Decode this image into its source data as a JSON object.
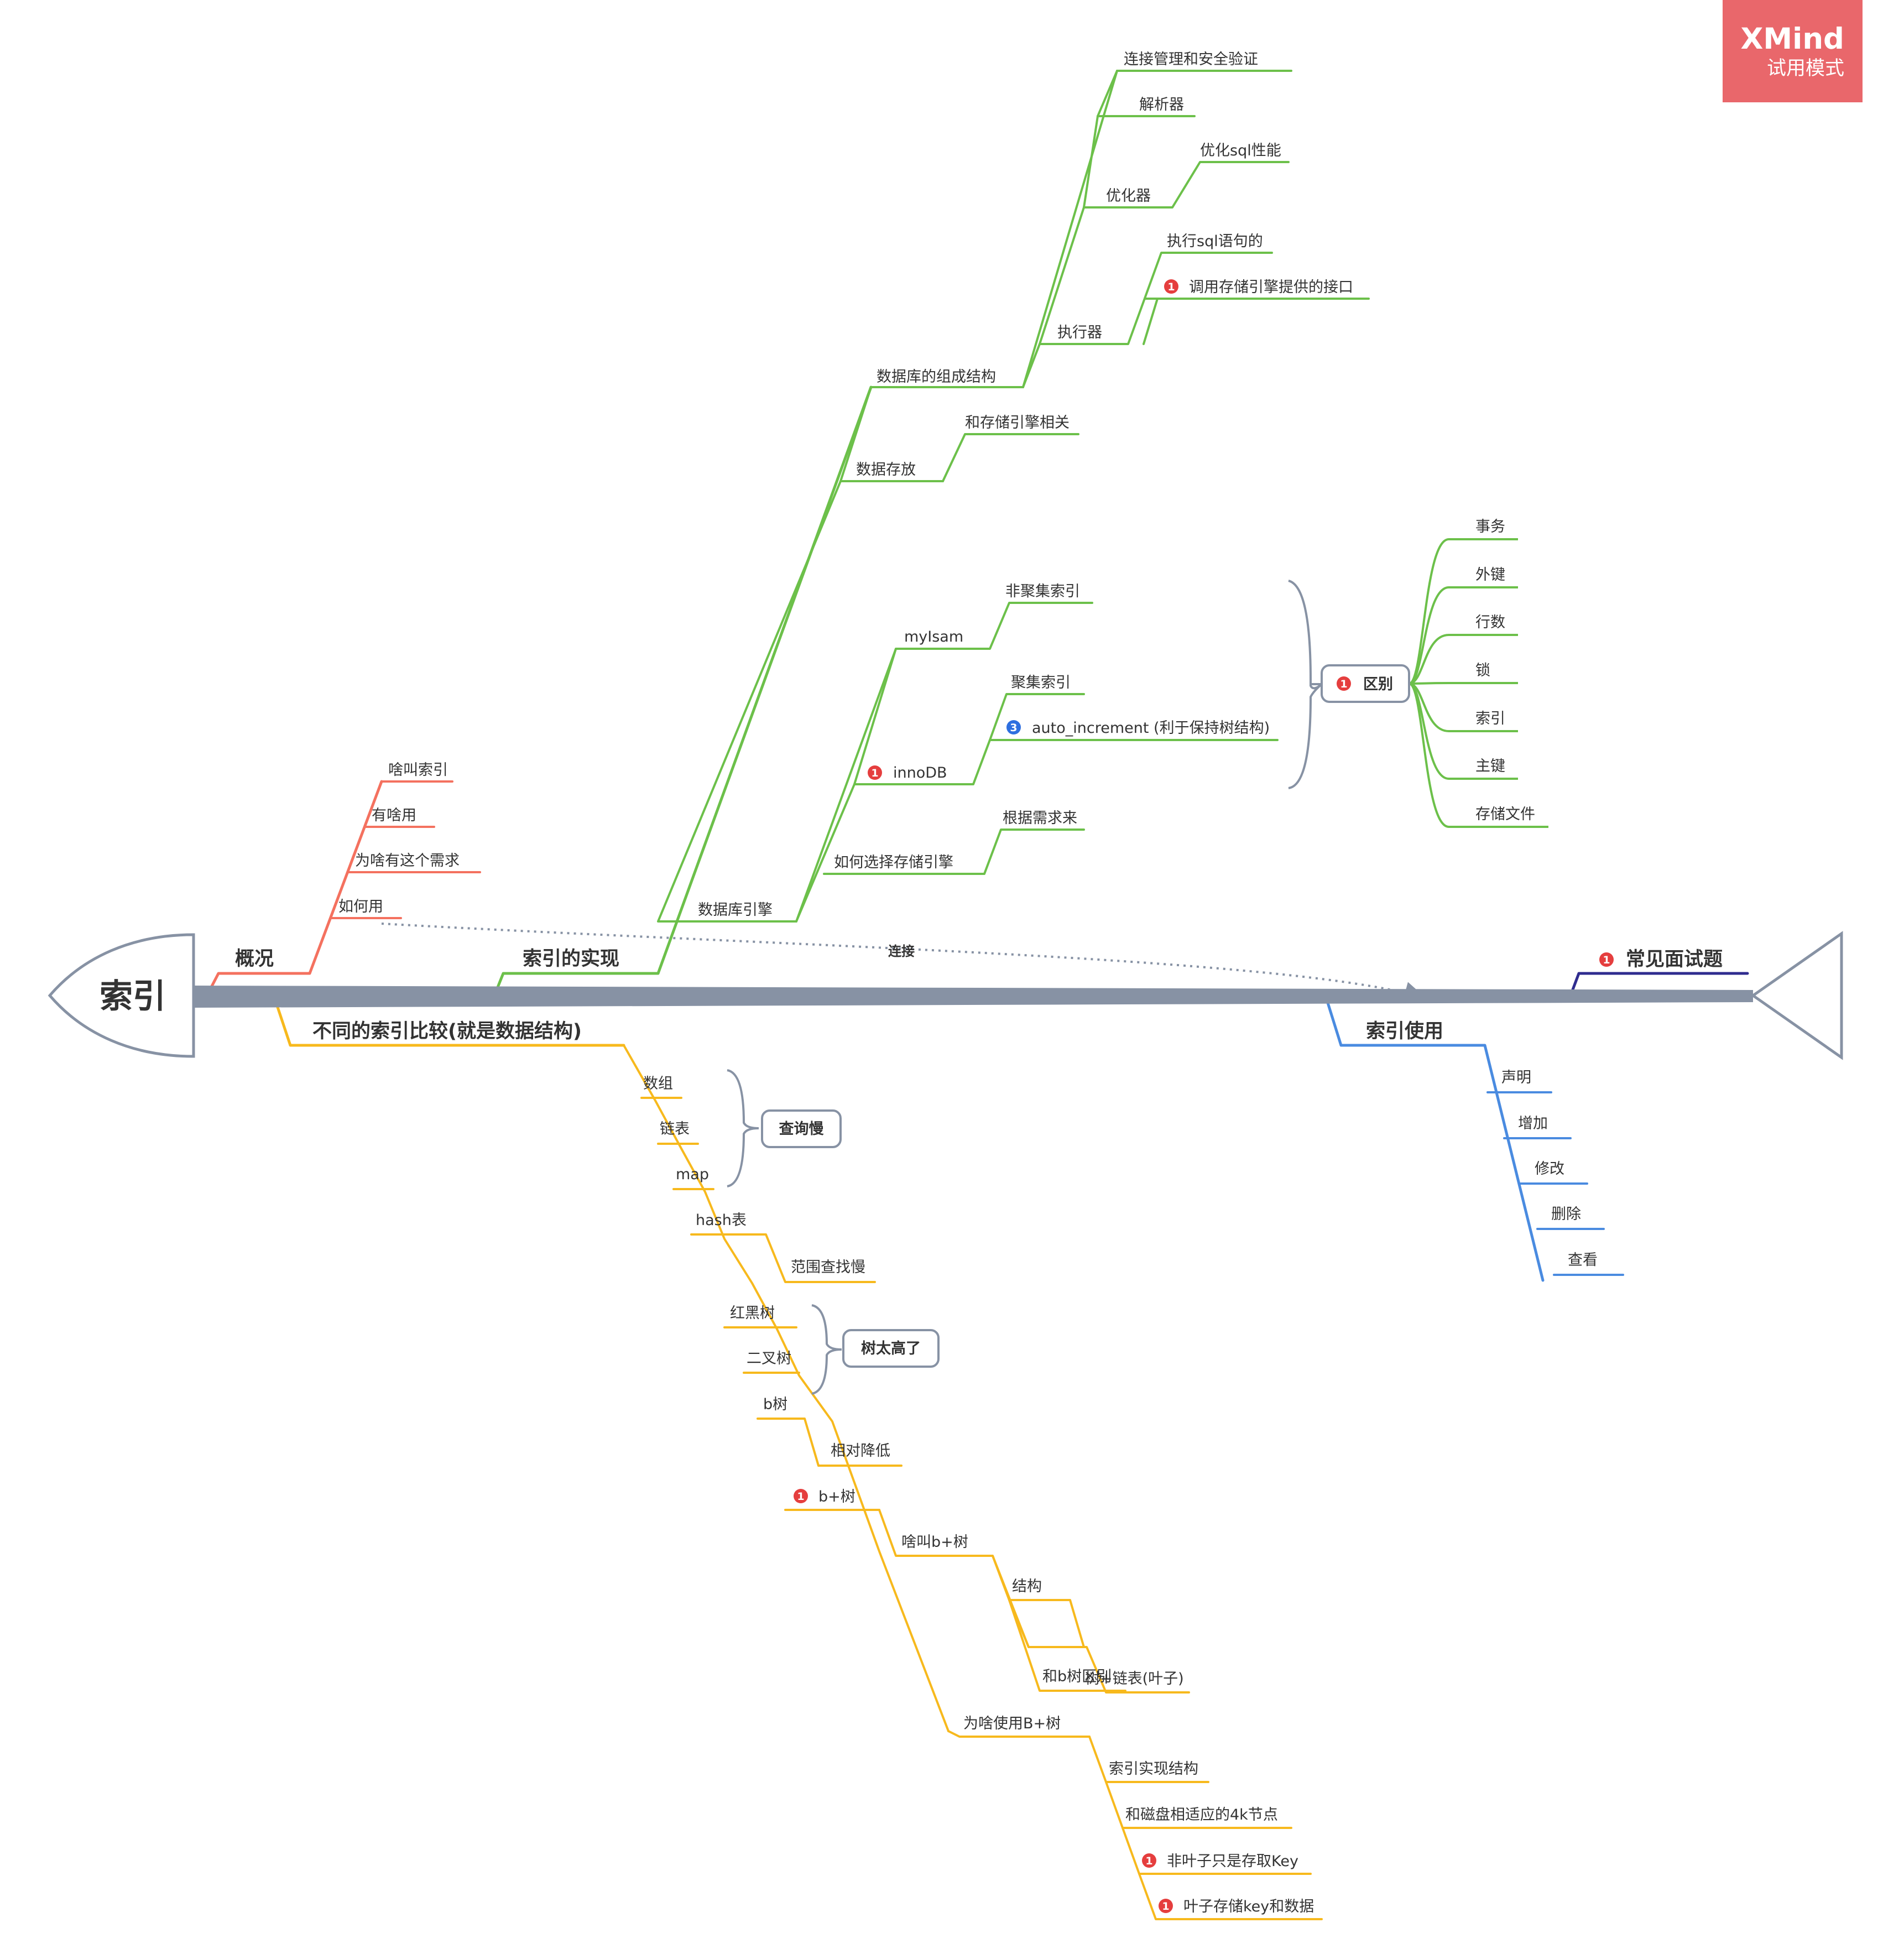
{
  "watermark": {
    "title": "XMind",
    "subtitle": "试用模式"
  },
  "colors": {
    "green": "#6cc04a",
    "orange": "#f4715f",
    "yellow": "#f7b91d",
    "blue": "#4a8be0",
    "navy": "#2f2c8f",
    "spine": "#8792a4",
    "badge_red": "#e53e3e",
    "badge_blue": "#2e6fe0",
    "text": "#333333"
  },
  "head": {
    "label": "索引"
  },
  "tail": {
    "label": "常见面试题",
    "badge": "1"
  },
  "connection": {
    "label": "连接"
  },
  "branches": {
    "overview": {
      "label": "概况",
      "children": [
        "啥叫索引",
        "有啥用",
        "为啥有这个需求",
        "如何用"
      ]
    },
    "implementation": {
      "label": "索引的实现",
      "db_structure": {
        "label": "数据库的组成结构",
        "conn": "连接管理和安全验证",
        "parser": "解析器",
        "optimizer": {
          "label": "优化器",
          "child": "优化sql性能"
        },
        "executor": {
          "label": "执行器",
          "c1": "执行sql语句的",
          "c2": "调用存储引擎提供的接口",
          "c2_badge": "1"
        }
      },
      "data_storage": {
        "label": "数据存放",
        "child": "和存储引擎相关"
      },
      "engine": {
        "label": "数据库引擎",
        "myisam": {
          "label": "myIsam",
          "child": "非聚集索引"
        },
        "innodb": {
          "label": "innoDB",
          "badge": "1",
          "c1": "聚集索引",
          "c2": "auto_increment (利于保持树结构)",
          "c2_badge": "3"
        },
        "choose": {
          "label": "如何选择存储引擎",
          "child": "根据需求来"
        },
        "diff": {
          "label": "区别",
          "badge": "1",
          "items": [
            "事务",
            "外键",
            "行数",
            "锁",
            "索引",
            "主键",
            "存储文件"
          ]
        }
      }
    },
    "comparison": {
      "label": "不同的索引比较(就是数据结构)",
      "array": "数组",
      "linked_list": "链表",
      "map": "map",
      "slow_query": "查询慢",
      "hash": {
        "label": "hash表",
        "child": "范围查找慢"
      },
      "rbtree": "红黑树",
      "bintree": "二叉树",
      "tree_high": "树太高了",
      "btree": {
        "label": "b树",
        "child": "相对降低"
      },
      "bplus": {
        "label": "b+树",
        "badge": "1",
        "what": {
          "label": "啥叫b+树",
          "structure": {
            "label": "结构",
            "child": "树+链表(叶子)"
          },
          "diff": "和b树区别"
        },
        "why": {
          "label": "为啥使用B+树",
          "c1": "索引实现结构",
          "c2": "和磁盘相适应的4k节点",
          "c3": "非叶子只是存取Key",
          "c3_badge": "1",
          "c4": "叶子存储key和数据",
          "c4_badge": "1"
        }
      }
    },
    "usage": {
      "label": "索引使用",
      "children": [
        "声明",
        "增加",
        "修改",
        "删除",
        "查看"
      ]
    }
  }
}
